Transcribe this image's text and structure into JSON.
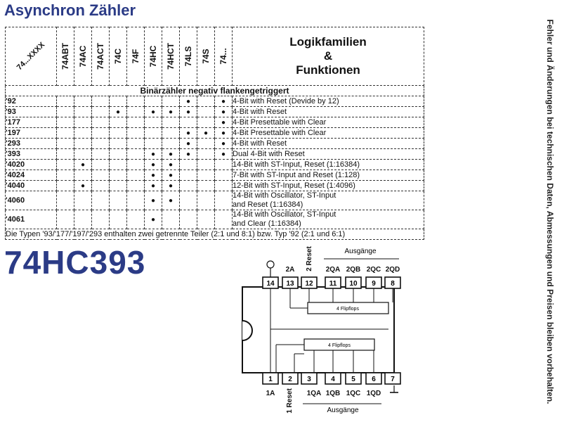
{
  "page_title": "Asynchron Zähler",
  "side_note": "Fehler und Änderungen bei technischen Daten, Abmessungen und Preisen bleiben vorbehalten.",
  "table": {
    "corner_label": "74...XXXX",
    "families": [
      "74ABT",
      "74AC",
      "74ACT",
      "74C",
      "74F",
      "74HC",
      "74HCT",
      "74LS",
      "74S",
      "74..."
    ],
    "functions_header": [
      "Logikfamilien",
      "&",
      "Funktionen"
    ],
    "section": "Binärzähler negativ flankengetriggert",
    "dot_glyph": "●",
    "rows": [
      {
        "type": "'92",
        "dots": [
          0,
          0,
          0,
          0,
          0,
          0,
          0,
          1,
          0,
          1
        ],
        "desc": [
          "4-Bit with Reset (Devide by 12)"
        ]
      },
      {
        "type": "'93",
        "dots": [
          0,
          0,
          0,
          1,
          0,
          1,
          1,
          1,
          0,
          1
        ],
        "desc": [
          "4-Bit with Reset"
        ]
      },
      {
        "type": "'177",
        "dots": [
          0,
          0,
          0,
          0,
          0,
          0,
          0,
          0,
          0,
          1
        ],
        "desc": [
          "4-Bit Presettable with Clear"
        ]
      },
      {
        "type": "'197",
        "dots": [
          0,
          0,
          0,
          0,
          0,
          0,
          0,
          1,
          1,
          1
        ],
        "desc": [
          "4-Bit Presettable with Clear"
        ]
      },
      {
        "type": "'293",
        "dots": [
          0,
          0,
          0,
          0,
          0,
          0,
          0,
          1,
          0,
          1
        ],
        "desc": [
          "4-Bit with Reset"
        ]
      },
      {
        "type": "'393",
        "dots": [
          0,
          0,
          0,
          0,
          0,
          1,
          1,
          1,
          0,
          1
        ],
        "desc": [
          "Dual 4-Bit with Reset"
        ]
      },
      {
        "type": "'4020",
        "dots": [
          0,
          1,
          0,
          0,
          0,
          1,
          1,
          0,
          0,
          0
        ],
        "desc": [
          "14-Bit with ST-Input, Reset (1:16384)"
        ]
      },
      {
        "type": "'4024",
        "dots": [
          0,
          0,
          0,
          0,
          0,
          1,
          1,
          0,
          0,
          0
        ],
        "desc": [
          "7-Bit with ST-Input and Reset (1:128)"
        ]
      },
      {
        "type": "'4040",
        "dots": [
          0,
          1,
          0,
          0,
          0,
          1,
          1,
          0,
          0,
          0
        ],
        "desc": [
          "12-Bit with ST-Input, Reset (1:4096)"
        ]
      },
      {
        "type": "'4060",
        "dots": [
          0,
          0,
          0,
          0,
          0,
          1,
          1,
          0,
          0,
          0
        ],
        "desc": [
          "14-Bit with Oscillator, ST-Input",
          "and Reset (1:16384)"
        ]
      },
      {
        "type": "'4061",
        "dots": [
          0,
          0,
          0,
          0,
          0,
          1,
          0,
          0,
          0,
          0
        ],
        "desc": [
          "14-Bit with Oscillator, ST-Input",
          "and Clear (1:16384)"
        ]
      }
    ],
    "footnote": "Die Typen '93/'177/'197/'293 enthalten zwei getrennte Teiler (2:1 und 8:1) bzw. Typ '92 (2:1 und 6:1)"
  },
  "part_number": "74HC393",
  "pinout": {
    "top_pins": [
      "14",
      "13",
      "12",
      "11",
      "10",
      "9",
      "8"
    ],
    "bottom_pins": [
      "1",
      "2",
      "3",
      "4",
      "5",
      "6",
      "7"
    ],
    "top_labels": [
      "2A",
      "2 Reset",
      "2QA",
      "2QB",
      "2QC",
      "2QD"
    ],
    "bottom_labels": [
      "1A",
      "1 Reset",
      "1QA",
      "1QB",
      "1QC",
      "1QD"
    ],
    "top_group": "Ausgänge",
    "bottom_group": "Ausgänge",
    "block_label": "4 Flipflops"
  }
}
